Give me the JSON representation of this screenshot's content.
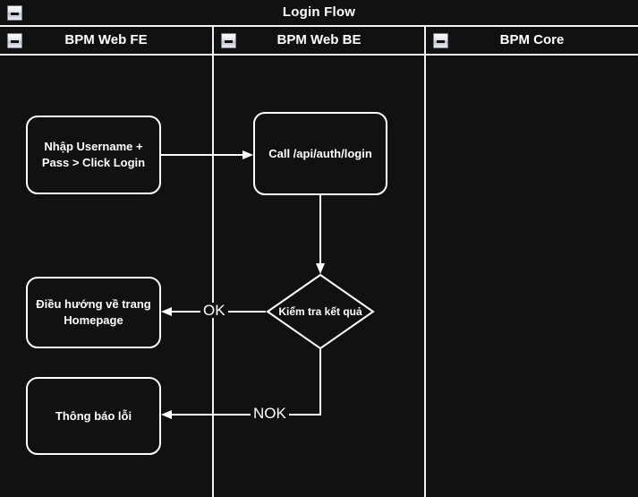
{
  "diagram": {
    "title": "Login Flow",
    "collapse_icon": "minus-box-icon",
    "background_color": "#111111",
    "stroke_color": "#ffffff",
    "lanes": [
      {
        "id": "fe",
        "label": "BPM Web FE"
      },
      {
        "id": "be",
        "label": "BPM Web BE"
      },
      {
        "id": "core",
        "label": "BPM Core"
      }
    ],
    "nodes": [
      {
        "id": "n1",
        "lane": "fe",
        "shape": "rounded-rect",
        "label": "Nhập Username +\nPass > Click Login"
      },
      {
        "id": "n2",
        "lane": "be",
        "shape": "rounded-rect",
        "label": "Call /api/auth/login"
      },
      {
        "id": "n3",
        "lane": "be",
        "shape": "diamond",
        "label": "Kiểm tra kết quả"
      },
      {
        "id": "n4",
        "lane": "fe",
        "shape": "rounded-rect",
        "label": "Điều hướng về trang\nHomepage"
      },
      {
        "id": "n5",
        "lane": "fe",
        "shape": "rounded-rect",
        "label": "Thông báo lỗi"
      }
    ],
    "edges": [
      {
        "id": "e1",
        "from": "n1",
        "to": "n2",
        "label": ""
      },
      {
        "id": "e2",
        "from": "n2",
        "to": "n3",
        "label": ""
      },
      {
        "id": "e3",
        "from": "n3",
        "to": "n4",
        "label": "OK"
      },
      {
        "id": "e4",
        "from": "n3",
        "to": "n5",
        "label": "NOK"
      }
    ]
  }
}
